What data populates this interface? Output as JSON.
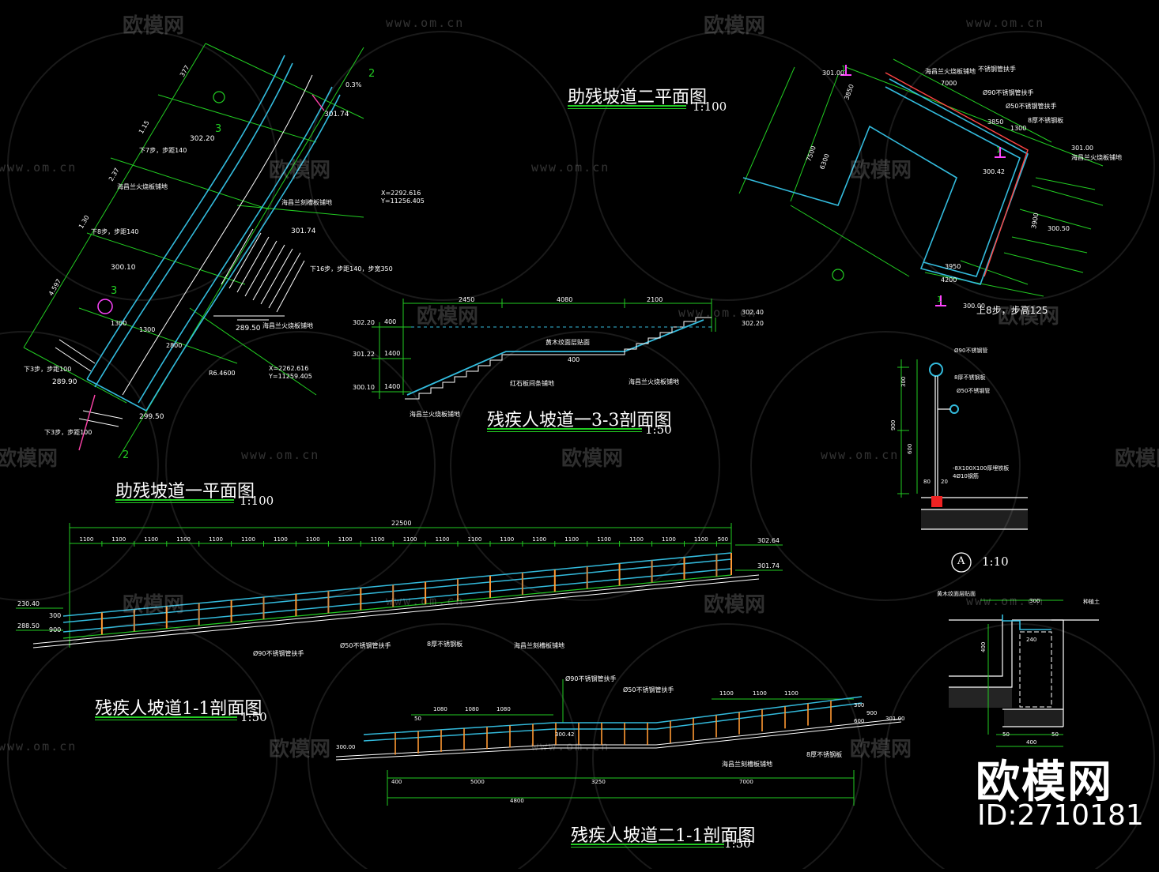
{
  "titles": {
    "plan2": "助残坡道二平面图",
    "plan1": "助残坡道一平面图",
    "sec33": "残疾人坡道一3-3剖面图",
    "sec11a": "残疾人坡道1-1剖面图",
    "sec11b": "残疾人坡道二1-1剖面图"
  },
  "scales": {
    "plan2": "1:100",
    "plan1": "1:100",
    "sec33": "1:50",
    "sec11a": "1:50",
    "sec11b": "1:50",
    "detailA": "1:10"
  },
  "detail_a_label": "A",
  "brand": {
    "name": "欧模网",
    "id": "ID:2710181"
  },
  "watermark": {
    "logo_text": "欧模网",
    "url": "www.om.cn"
  },
  "plan1": {
    "elevations": [
      "302.20",
      "301.74",
      "301.74",
      "300.10",
      "289.90",
      "289.50",
      "299.50"
    ],
    "notes": [
      "下7步，步距140",
      "下8步，步距140",
      "海昌兰火烧板铺地",
      "海昌兰刻槽板铺地",
      "下16步，步距140，步宽350",
      "下3步，步距100",
      "下3步，步距100"
    ],
    "coords": [
      "X=2292.616\nY=11256.405",
      "X=2262.616\nY=11259.405"
    ],
    "dims": [
      "377",
      "1.15",
      "2.37",
      "1.30",
      "4.597",
      "1300",
      "1300",
      "2800",
      "R6.4600"
    ],
    "markers": [
      "2",
      "2",
      "3",
      "3"
    ],
    "slope": "0.3%"
  },
  "plan2": {
    "dims": [
      "301.00",
      "3850",
      "7000",
      "3850",
      "1300",
      "301.00",
      "300.42",
      "3900",
      "300.50",
      "4200",
      "3950",
      "300.00",
      "7500",
      "6300"
    ],
    "notes": [
      "海昌兰火烧板铺地",
      "不锈钢管扶手",
      "Ø90不锈钢管扶手",
      "Ø50不锈钢管扶手",
      "8厚不锈钢板",
      "海昌兰火烧板铺地",
      "上8步，步高125"
    ],
    "markers": [
      "1",
      "1",
      "1"
    ]
  },
  "sec33": {
    "dims": [
      "2450",
      "4080",
      "2100",
      "400",
      "1400",
      "1400"
    ],
    "elevations_left": [
      "302.20",
      "301.22",
      "300.10"
    ],
    "elevations_right": [
      "302.40",
      "302.20"
    ],
    "notes": [
      "黄木纹面层贴面",
      "400",
      "红石板间条铺地",
      "海昌兰火烧板铺地",
      "海昌兰火烧板铺地"
    ]
  },
  "sec11a": {
    "total": "22500",
    "segments": [
      "1100",
      "1100",
      "1100",
      "1100",
      "1100",
      "1100",
      "1100",
      "1100",
      "1100",
      "1100",
      "1100",
      "1100",
      "1100",
      "1100",
      "1100",
      "1100",
      "1100",
      "1100",
      "1100",
      "1100",
      "500"
    ],
    "elevations_left": [
      "230.40",
      "288.50"
    ],
    "elevations_right": [
      "302.64",
      "301.74"
    ],
    "heights": [
      "300",
      "900"
    ],
    "notes": [
      "Ø90不锈钢管扶手",
      "Ø50不锈钢管扶手",
      "8厚不锈钢板",
      "海昌兰刻槽板铺地"
    ]
  },
  "sec11b": {
    "top_dims_left": [
      "50",
      "1080",
      "1080",
      "1080"
    ],
    "top_dims_right": [
      "1100",
      "1100",
      "1100"
    ],
    "bottom_dims": [
      "400",
      "5000",
      "3250",
      "7000"
    ],
    "bottom_total": "4800",
    "elevations": [
      "300.00",
      "300.42",
      "301.00"
    ],
    "heights": [
      "300",
      "600",
      "900"
    ],
    "notes": [
      "Ø90不锈钢管扶手",
      "Ø50不锈钢管扶手",
      "海昌兰刻槽板铺地",
      "8厚不锈钢板"
    ]
  },
  "detailA": {
    "dims": [
      "300",
      "900",
      "600",
      "80",
      "20"
    ],
    "notes": [
      "Ø90不锈钢管",
      "8厚不锈钢板",
      "Ø50不锈钢管",
      "-8X100X100厚埋铁板\n4Ø10钢筋"
    ]
  },
  "detailB": {
    "dims": [
      "300",
      "240",
      "400",
      "400",
      "50",
      "50"
    ],
    "notes": [
      "黄木纹面层贴面",
      "种植土"
    ]
  }
}
